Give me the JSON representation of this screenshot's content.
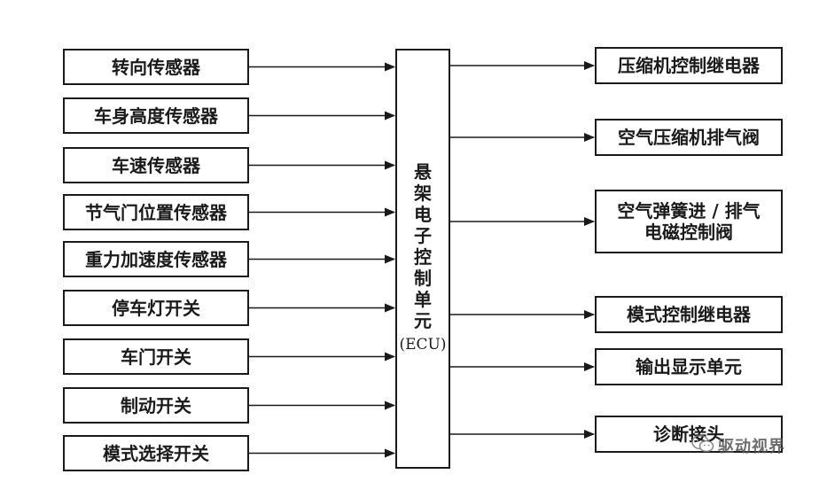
{
  "inputs": [
    "转向传感器",
    "车身高度传感器",
    "车速传感器",
    "节气门位置传感器",
    "重力加速度传感器",
    "停车灯开关",
    "车门开关",
    "制动开关",
    "模式选择开关"
  ],
  "ecu": {
    "chars": [
      "悬",
      "架",
      "电",
      "子",
      "控",
      "制",
      "单",
      "元"
    ],
    "abbr": "(ECU)"
  },
  "outputs": [
    {
      "line1": "压缩机控制继电器",
      "line2": ""
    },
    {
      "line1": "空气压缩机排气阀",
      "line2": ""
    },
    {
      "line1": "空气弹簧进 / 排气",
      "line2": "电磁控制阀"
    },
    {
      "line1": "模式控制继电器",
      "line2": ""
    },
    {
      "line1": "输出显示单元",
      "line2": ""
    },
    {
      "line1": "诊断接头",
      "line2": ""
    }
  ],
  "watermark": {
    "text": "驱动视界",
    "icon": "wechat-icon"
  },
  "colors": {
    "stroke": "#1a1a1a",
    "background": "#ffffff",
    "watermark": "#555555"
  }
}
